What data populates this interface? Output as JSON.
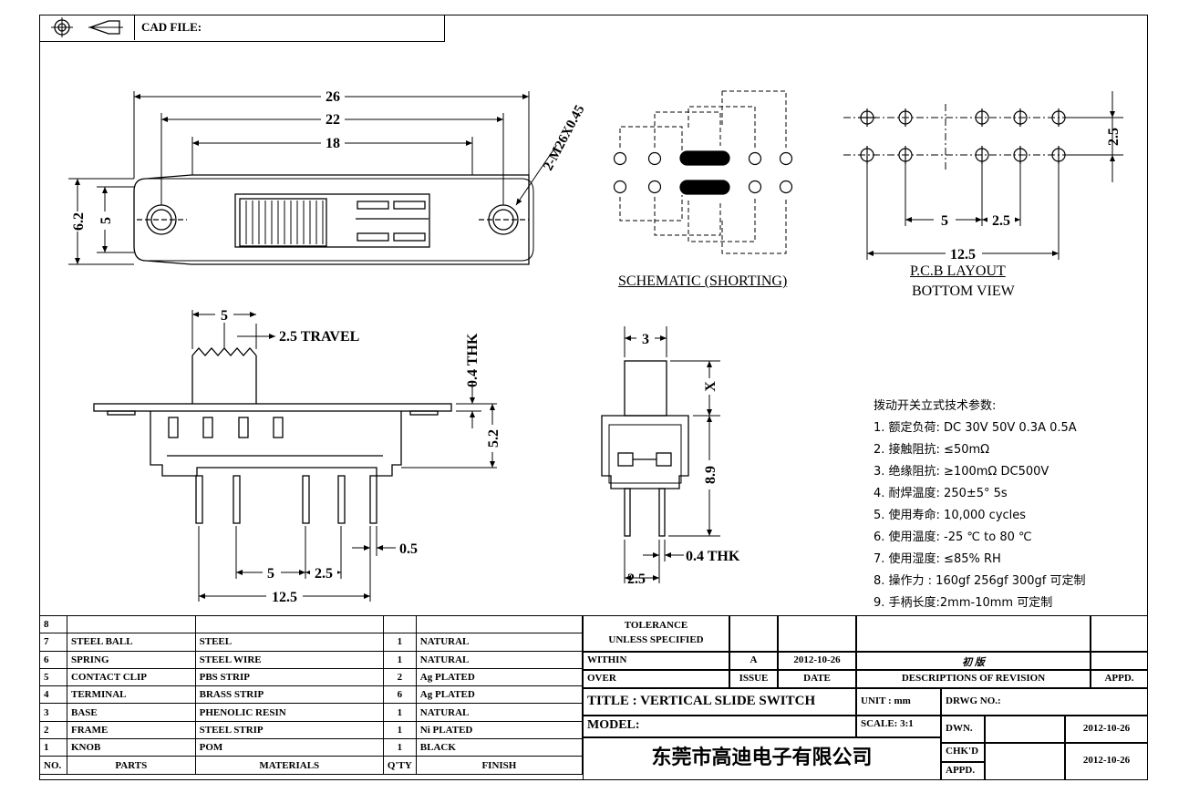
{
  "header": {
    "cad_label": "CAD FILE:"
  },
  "top_view": {
    "dim_26": "26",
    "dim_22": "22",
    "dim_18": "18",
    "dim_62": "6.2",
    "dim_5": "5",
    "hole_note": "2-M26X0.45"
  },
  "schematic": {
    "caption": "SCHEMATIC (SHORTING)"
  },
  "pcb": {
    "dim_25v": "2.5",
    "dim_5": "5",
    "dim_25": "2.5",
    "dim_125": "12.5",
    "caption_line1": "P.C.B LAYOUT",
    "caption_line2": "BOTTOM VIEW"
  },
  "side_view": {
    "dim_5": "5",
    "travel": "2.5 TRAVEL",
    "thk": "0.4 THK",
    "dim_52": "5.2",
    "dim_05": "0.5",
    "dim_5b": "5",
    "dim_25b": "2.5",
    "dim_125": "12.5"
  },
  "end_view": {
    "dim_3": "3",
    "dim_x": "X",
    "dim_89": "8.9",
    "thk": "0.4 THK",
    "dim_25": "2.5"
  },
  "specs": {
    "title": "拨动开关立式技术参数:",
    "items": [
      "1. 额定负荷: DC 30V   50V   0.3A   0.5A",
      "2. 接触阻抗: ≤50mΩ",
      "3. 绝缘阻抗: ≥100mΩ  DC500V",
      "4. 耐焊温度: 250±5°  5s",
      "5. 使用寿命: 10,000 cycles",
      "6. 使用温度: -25 ℃  to 80 ℃",
      "7. 使用湿度: ≤85% RH",
      "8. 操作力 : 160gf   256gf   300gf  可定制",
      "9. 手柄长度:2mm-10mm  可定制"
    ]
  },
  "bom": {
    "rows": [
      {
        "no": "8",
        "part": "",
        "material": "",
        "qty": "",
        "finish": ""
      },
      {
        "no": "7",
        "part": "STEEL BALL",
        "material": "STEEL",
        "qty": "1",
        "finish": "NATURAL"
      },
      {
        "no": "6",
        "part": "SPRING",
        "material": "STEEL WIRE",
        "qty": "1",
        "finish": "NATURAL"
      },
      {
        "no": "5",
        "part": "CONTACT CLIP",
        "material": "PBS STRIP",
        "qty": "2",
        "finish": "Ag PLATED"
      },
      {
        "no": "4",
        "part": "TERMINAL",
        "material": "BRASS STRIP",
        "qty": "6",
        "finish": "Ag PLATED"
      },
      {
        "no": "3",
        "part": "BASE",
        "material": "PHENOLIC RESIN",
        "qty": "1",
        "finish": "NATURAL"
      },
      {
        "no": "2",
        "part": "FRAME",
        "material": "STEEL STRIP",
        "qty": "1",
        "finish": "Ni PLATED"
      },
      {
        "no": "1",
        "part": "KNOB",
        "material": "POM",
        "qty": "1",
        "finish": "BLACK"
      }
    ],
    "headers": {
      "no": "NO.",
      "part": "PARTS",
      "material": "MATERIALS",
      "qty": "Q'TY",
      "finish": "FINISH"
    }
  },
  "title_block": {
    "tolerance_line1": "TOLERANCE",
    "tolerance_line2": "UNLESS  SPECIFIED",
    "within": "WITHIN",
    "over": "OVER",
    "issue_val": "A",
    "date_val": "2012-10-26",
    "revision_desc": "初  版",
    "issue_hdr": "ISSUE",
    "date_hdr": "DATE",
    "desc_hdr": "DESCRIPTIONS OF REVISION",
    "appd_hdr": "APPD.",
    "title_label": "TITLE :  VERTICAL SLIDE SWITCH",
    "unit_label": "UNIT : mm",
    "dwg_label": "DRWG NO.:",
    "model_label": "MODEL:",
    "scale_label": "SCALE: 3:1",
    "dwn_label": "DWN.",
    "dwn_date": "2012-10-26",
    "chkd_label": "CHK'D",
    "chkd_date": "2012-10-26",
    "appd_label": "APPD.",
    "company": "东莞市高迪电子有限公司"
  }
}
